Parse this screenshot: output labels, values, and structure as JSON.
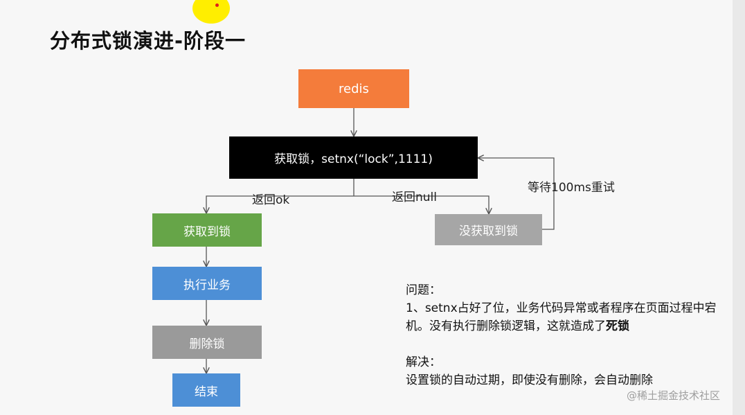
{
  "title": "分布式锁演进-阶段一",
  "nodes": {
    "redis": "redis",
    "acquire": "获取锁，setnx(“lock”,1111)",
    "got_lock": "获取到锁",
    "not_got_lock": "没获取到锁",
    "execute": "执行业务",
    "delete_lock": "删除锁",
    "end": "结束"
  },
  "edge_labels": {
    "ok": "返回ok",
    "null": "返回null",
    "retry": "等待100ms重试"
  },
  "notes": {
    "problem_heading": "问题：",
    "problem_text": "1、setnx占好了位，业务代码异常或者程序在页面过程中宕机。没有执行删除锁逻辑，这就造成了",
    "problem_bold": "死锁",
    "solution_heading": "解决：",
    "solution_text": "设置锁的自动过期，即使没有删除，会自动删除"
  },
  "watermark": "@稀土掘金技术社区",
  "colors": {
    "redis": "#f47c3b",
    "acquire": "#000000",
    "got_lock": "#66a548",
    "not_got_lock": "#a6a6a6",
    "execute": "#4d8fd6",
    "delete_lock": "#9a9a9a",
    "end": "#4d8fd6"
  }
}
